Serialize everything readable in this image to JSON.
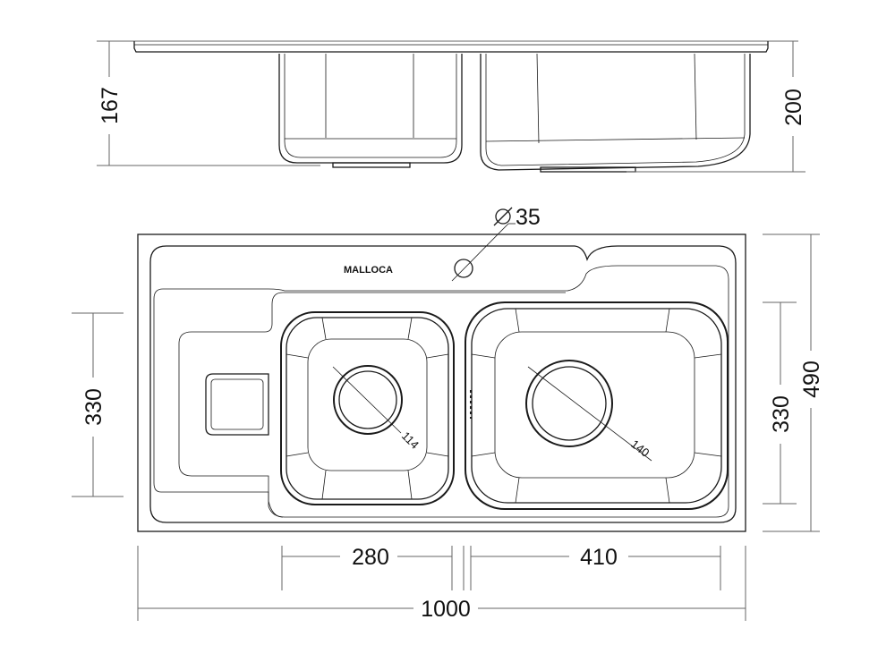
{
  "brand": "MALLOCA",
  "side_view": {
    "left_depth": "167",
    "right_depth": "200"
  },
  "top_view": {
    "tap_hole": "35",
    "left_drain": "114",
    "right_drain": "140",
    "left_bowl_height": "330",
    "right_bowl_height": "330",
    "overall_depth": "490",
    "left_bowl_width": "280",
    "right_bowl_width": "410",
    "overall_width": "1000"
  }
}
